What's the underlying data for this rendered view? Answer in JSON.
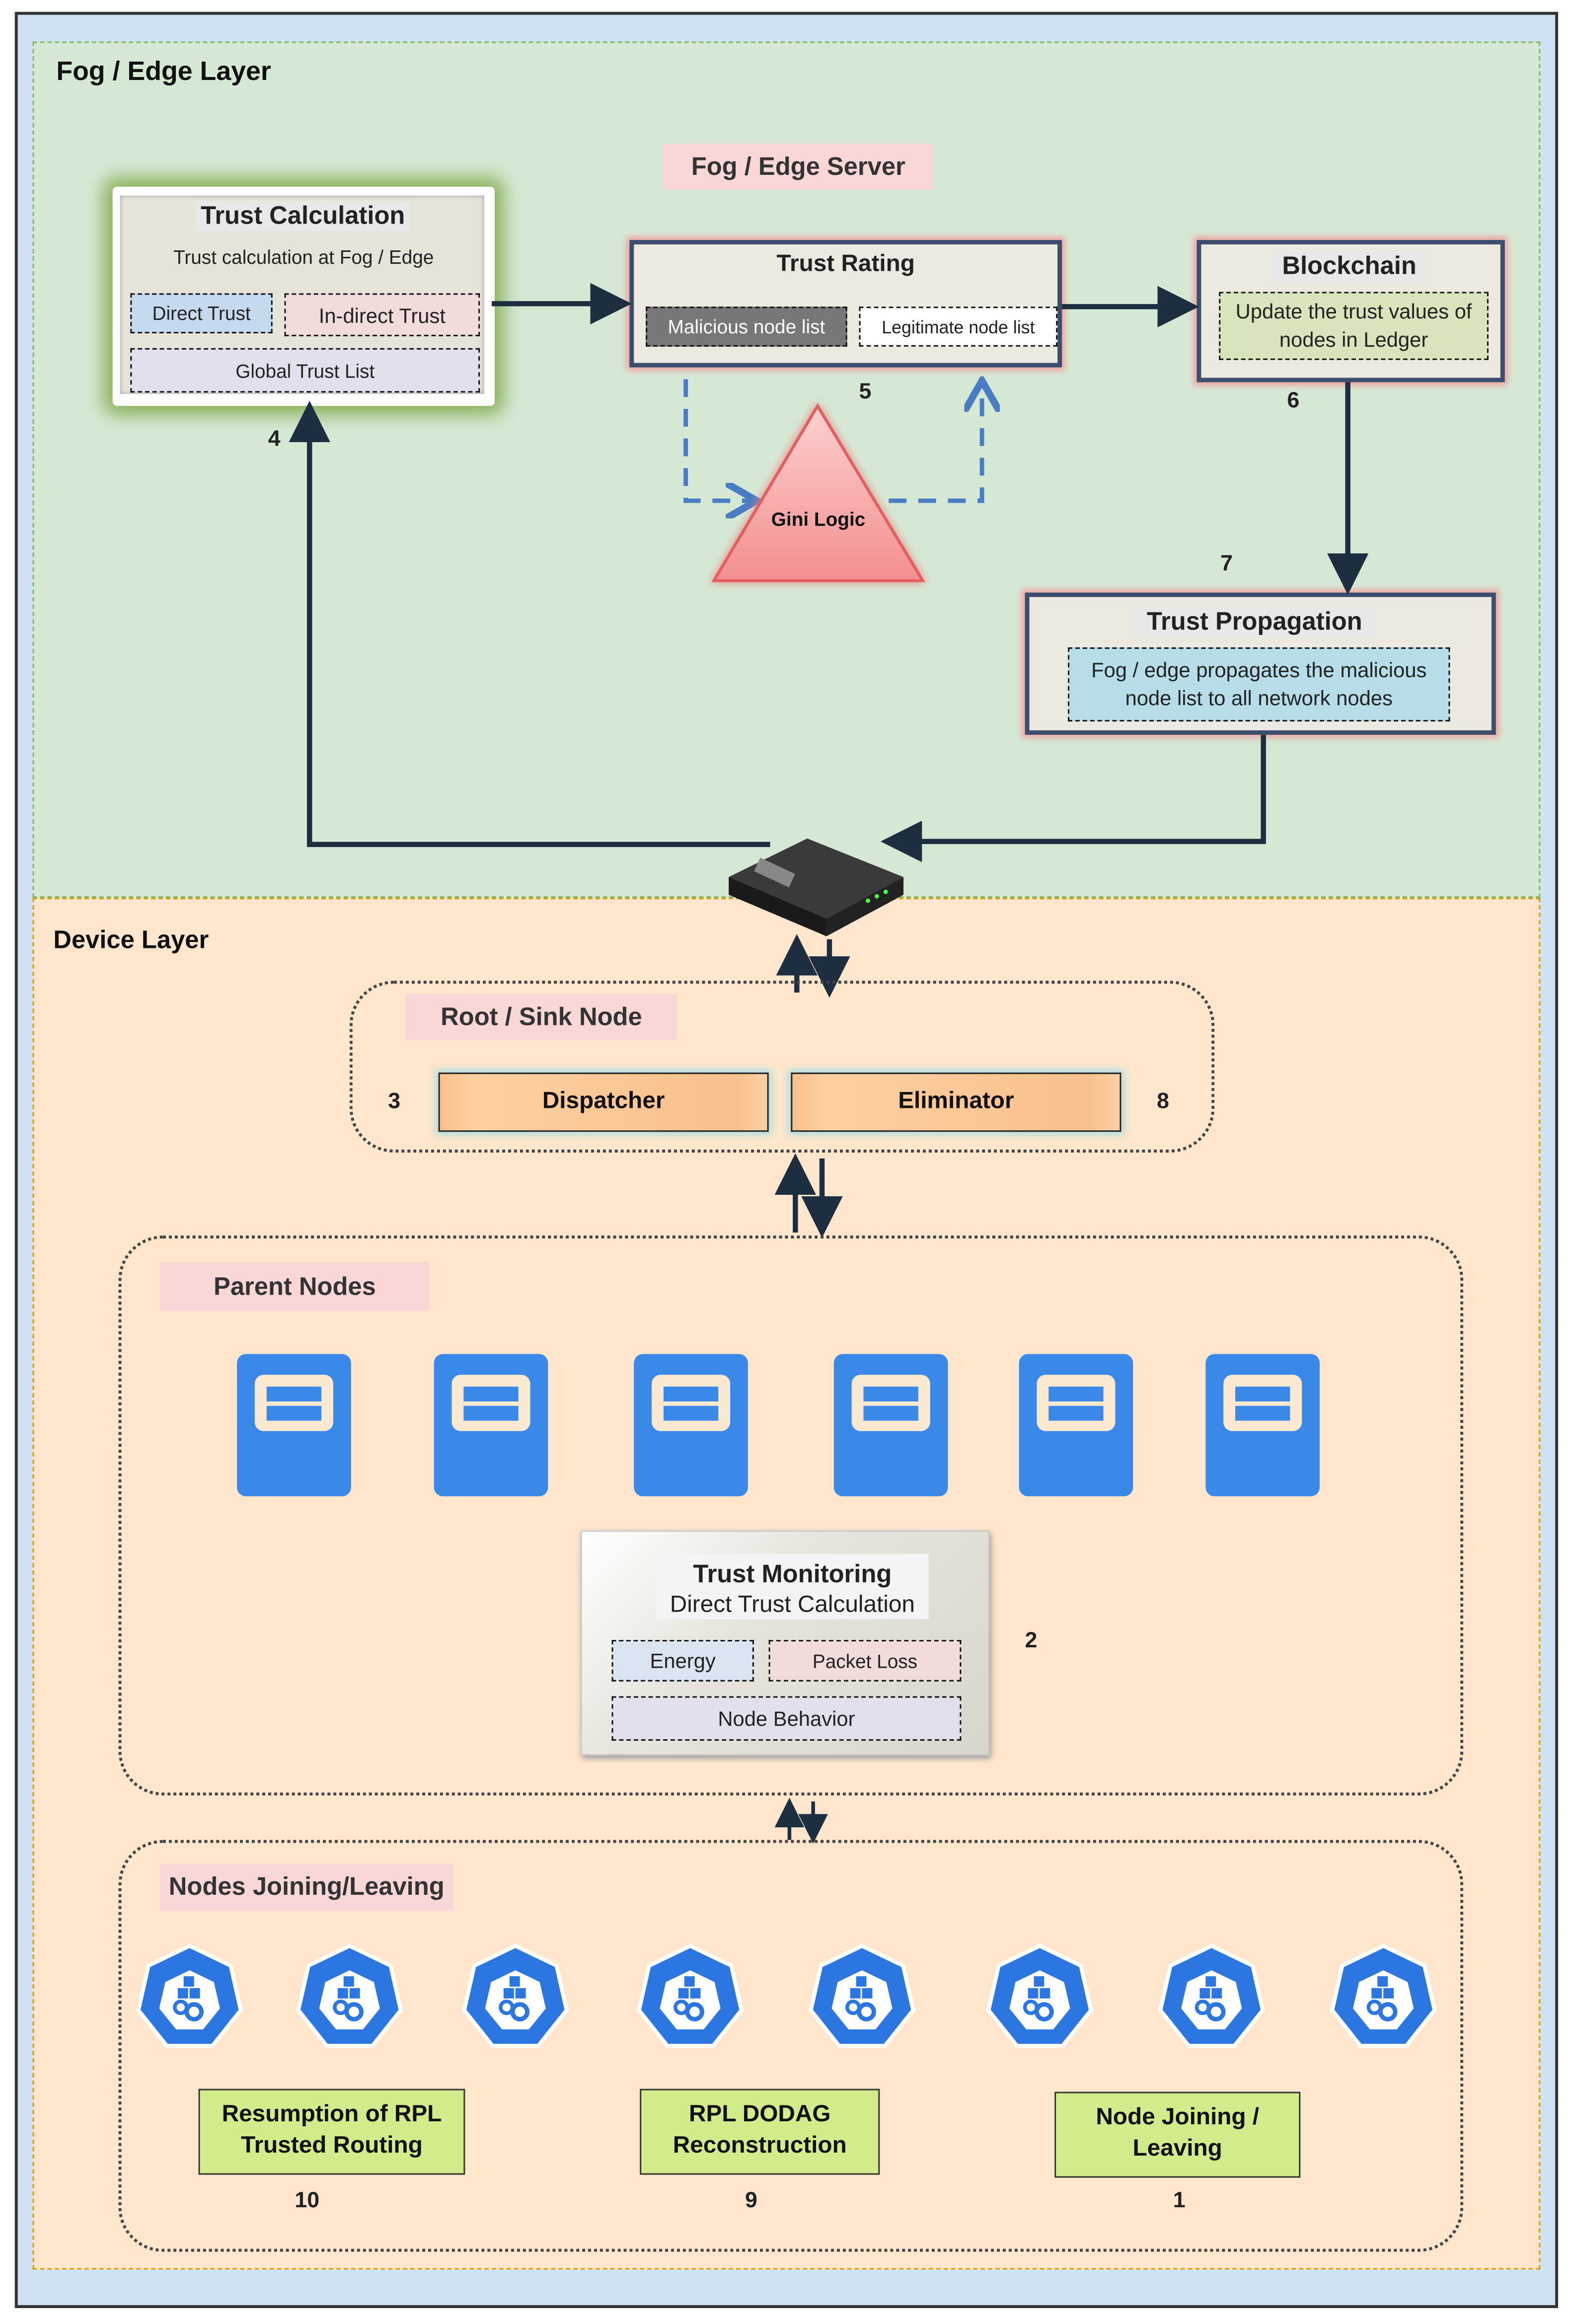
{
  "fog_layer": {
    "title": "Fog / Edge Layer",
    "server_label": "Fog / Edge Server"
  },
  "trust_calculation": {
    "title": "Trust Calculation",
    "subtitle": "Trust calculation at Fog / Edge",
    "direct": "Direct Trust",
    "indirect": "In-direct Trust",
    "global": "Global Trust  List",
    "step": "4"
  },
  "trust_rating": {
    "title": "Trust Rating",
    "malicious": "Malicious node list",
    "legitimate": "Legitimate node list",
    "step": "5"
  },
  "gini": {
    "label": "Gini Logic"
  },
  "blockchain": {
    "title": "Blockchain",
    "text": "Update the trust values of nodes in Ledger",
    "step": "6"
  },
  "trust_propagation": {
    "title": "Trust Propagation",
    "text": "Fog / edge propagates the malicious node list to all network nodes",
    "step": "7"
  },
  "device_layer": {
    "title": "Device Layer"
  },
  "root": {
    "label": "Root / Sink Node",
    "dispatcher": "Dispatcher",
    "eliminator": "Eliminator",
    "step_dispatcher": "3",
    "step_eliminator": "8"
  },
  "parent": {
    "label": "Parent Nodes",
    "server_count": 6
  },
  "monitoring": {
    "title": "Trust Monitoring",
    "subtitle": "Direct Trust Calculation",
    "energy": "Energy",
    "packet_loss": "Packet Loss",
    "behavior": "Node Behavior",
    "step": "2"
  },
  "nodes": {
    "label": "Nodes Joining/Leaving",
    "node_count": 8,
    "steps": [
      {
        "text": "Resumption of RPL Trusted Routing",
        "num": "10"
      },
      {
        "text": "RPL DODAG Reconstruction",
        "num": "9"
      },
      {
        "text": "Node Joining / Leaving",
        "num": "1"
      }
    ]
  },
  "colors": {
    "fog": "#d5e8d4",
    "device": "#ffe6cc",
    "outer": "#cfe2f3",
    "node_blue": "#2b76e0",
    "arrow": "#1c2e40",
    "gini": "#f8a8a8"
  }
}
